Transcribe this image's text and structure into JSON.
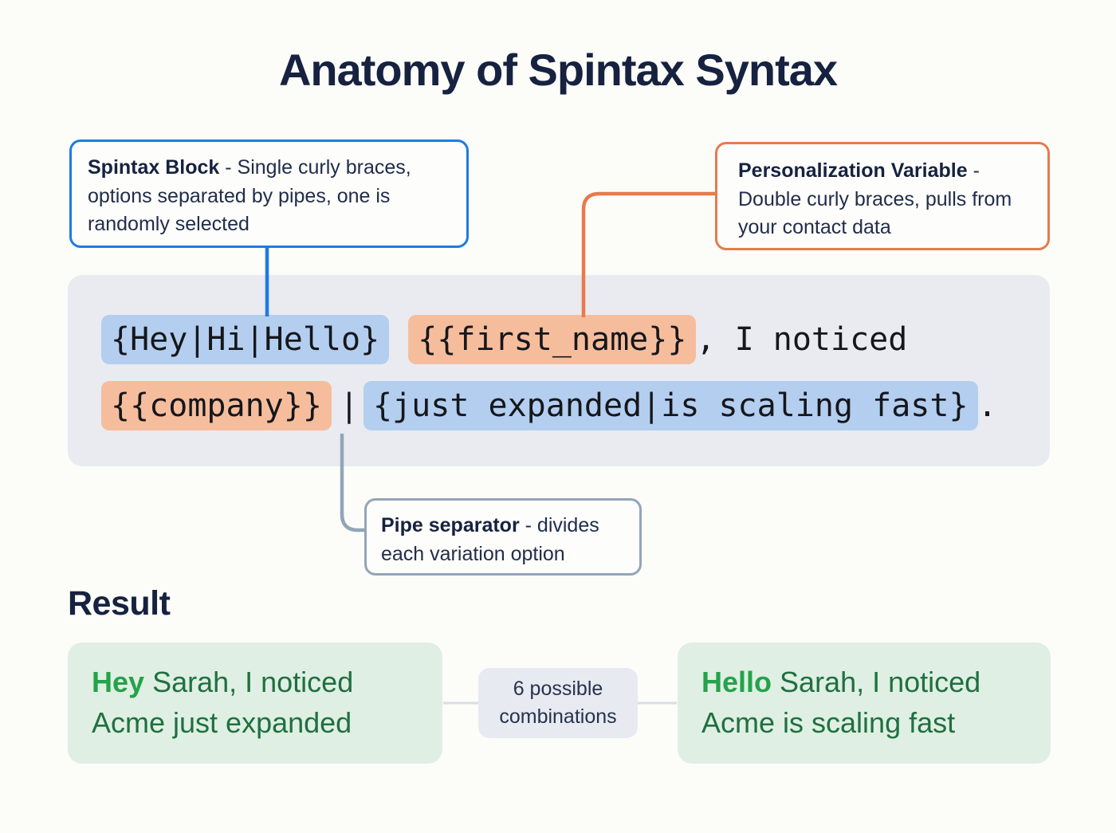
{
  "title": "Anatomy of Spintax Syntax",
  "callouts": {
    "spintax_block": {
      "term": "Spintax Block",
      "desc": "- Single curly braces, options separated by pipes, one is randomly selected"
    },
    "personalization_variable": {
      "term": "Personalization Variable",
      "desc": "- Double curly braces, pulls from your contact data"
    },
    "pipe_separator": {
      "term": "Pipe separator",
      "desc": "- divides each variation option"
    }
  },
  "code": {
    "line1": {
      "spintax_block": "{Hey|Hi|Hello}",
      "variable": "{{first_name}}",
      "plain_tail": ", I noticed"
    },
    "line2": {
      "variable": "{{company}}",
      "pipe": "|",
      "spintax_block": "{just expanded|is scaling fast}",
      "plain_tail": "."
    }
  },
  "result": {
    "heading": "Result",
    "combinations_label": "6 possible combinations",
    "left_card": {
      "lead": "Hey",
      "line1_rest": "Sarah, I noticed",
      "line2": "Acme just expanded"
    },
    "right_card": {
      "lead": "Hello",
      "line1_rest": "Sarah, I noticed",
      "line2": "Acme is scaling fast"
    }
  },
  "colors": {
    "accent_blue": "#1E7BE3",
    "accent_orange": "#E87A4C",
    "accent_slate": "#93A5B8",
    "highlight_blue": "#B4CEF0",
    "highlight_orange": "#F6BD9D",
    "code_background": "#E9EBF1",
    "result_background": "#DFEFE3",
    "green_bright": "#25A24A",
    "green_dark": "#1F7040",
    "navy": "#16223F",
    "result_connector": "#DADEE5"
  }
}
